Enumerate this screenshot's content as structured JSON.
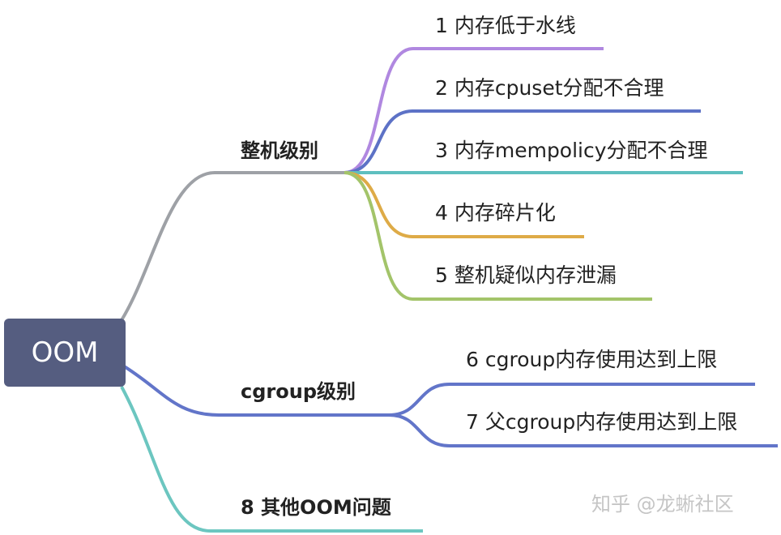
{
  "root": {
    "label": "OOM",
    "color": "#555d80"
  },
  "branches": [
    {
      "label": "整机级别",
      "color": "#9ea1a6",
      "children": [
        {
          "label": "1 内存低于水线",
          "color": "#b088e0"
        },
        {
          "label": "2 内存cpuset分配不合理",
          "color": "#5d72c6"
        },
        {
          "label": "3 内存mempolicy分配不合理",
          "color": "#5ebfbf"
        },
        {
          "label": "4 内存碎片化",
          "color": "#deab47"
        },
        {
          "label": "5 整机疑似内存泄漏",
          "color": "#a3c46a"
        }
      ]
    },
    {
      "label": "cgroup级别",
      "color": "#6275c9",
      "children": [
        {
          "label": "6 cgroup内存使用达到上限",
          "color": "#6275c9"
        },
        {
          "label": "7 父cgroup内存使用达到上限",
          "color": "#6275c9"
        }
      ]
    },
    {
      "label": "8 其他OOM问题",
      "color": "#6cc6c0",
      "children": []
    }
  ],
  "watermark": "知乎 @龙蜥社区"
}
